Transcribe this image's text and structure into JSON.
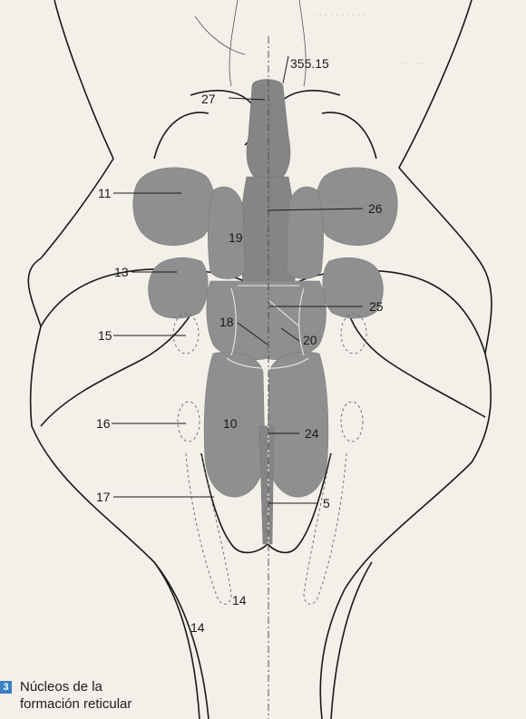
{
  "figure": {
    "labels": {
      "l355": "355.15",
      "l27": "27",
      "l11": "11",
      "l26": "26",
      "l19": "19",
      "l13": "13",
      "l25": "25",
      "l15": "15",
      "l18": "18",
      "l20": "20",
      "l16": "16",
      "l10": "10",
      "l24": "24",
      "l5": "5",
      "l17": "17",
      "l14a": "14",
      "l14b": "14"
    },
    "legend": {
      "badge": "3",
      "line1": "Núcleos de la",
      "line2": "formación reticular"
    }
  },
  "colors": {
    "badge": "#3a7fc0",
    "nucleus_fill": "#8f8f8f",
    "background": "#f3f0ea"
  }
}
